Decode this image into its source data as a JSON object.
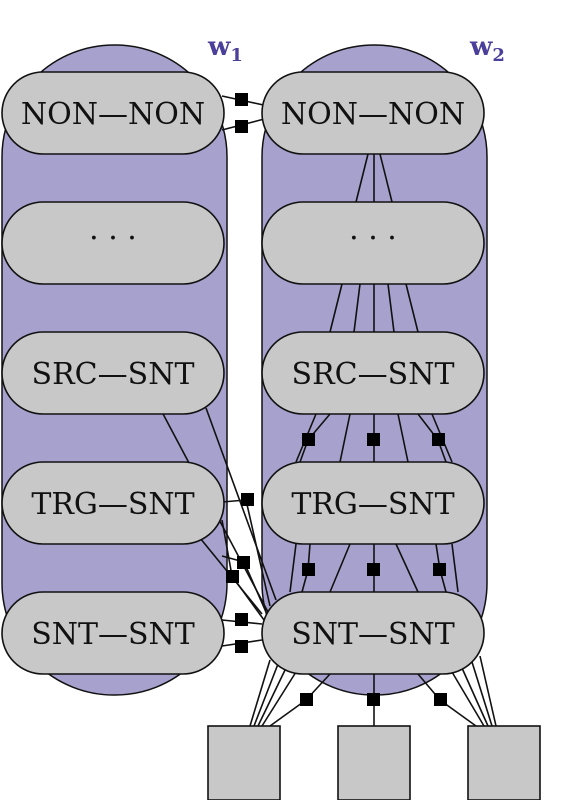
{
  "words": [
    {
      "id": "w1",
      "label_base": "w",
      "label_sub": "1"
    },
    {
      "id": "w2",
      "label_base": "w",
      "label_sub": "2"
    }
  ],
  "nodes": [
    {
      "label": "NON—NON"
    },
    {
      "label": "· · ·"
    },
    {
      "label": "SRC—SNT"
    },
    {
      "label": "TRG—SNT"
    },
    {
      "label": "SNT—SNT"
    }
  ],
  "colors": {
    "column_fill": "#a7a2cd",
    "node_fill": "#c8c8c8",
    "factor_fill": "#000000",
    "label_color": "#4a3f9a"
  }
}
